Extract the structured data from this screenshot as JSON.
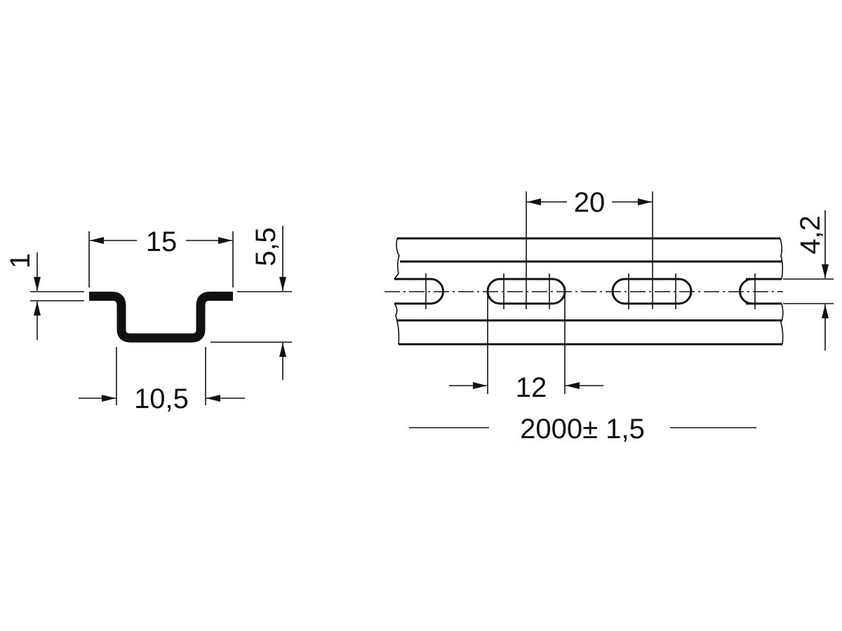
{
  "drawing": {
    "profile_view": {
      "dimensions": {
        "top_width": "15",
        "thickness": "1",
        "height": "5,5",
        "channel_width": "10,5"
      }
    },
    "top_view": {
      "dimensions": {
        "slot_pitch": "20",
        "slot_length": "12",
        "slot_width": "4,2",
        "rail_length": "2000± 1,5"
      }
    },
    "line_color": "#111111"
  }
}
